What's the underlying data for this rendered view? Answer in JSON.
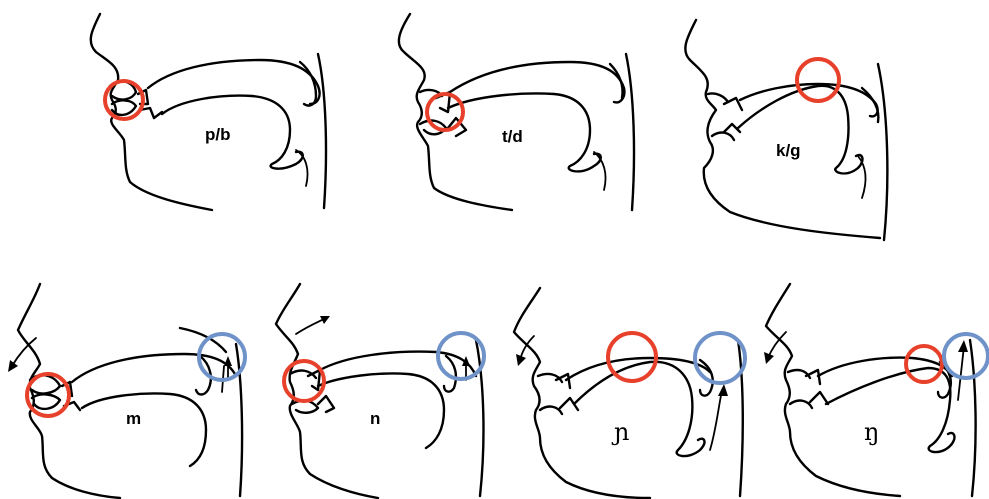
{
  "colors": {
    "closure_marker": "#e8412b",
    "nasal_marker": "#6f93c8",
    "ink": "#000000"
  },
  "labels": {
    "bilabial_stop": "p/b",
    "alveolar_stop": "t/d",
    "velar_stop": "k/g",
    "bilabial_nasal": "m",
    "alveolar_nasal": "n",
    "palatal_nasal": "ɲ",
    "velar_nasal": "ŋ"
  }
}
